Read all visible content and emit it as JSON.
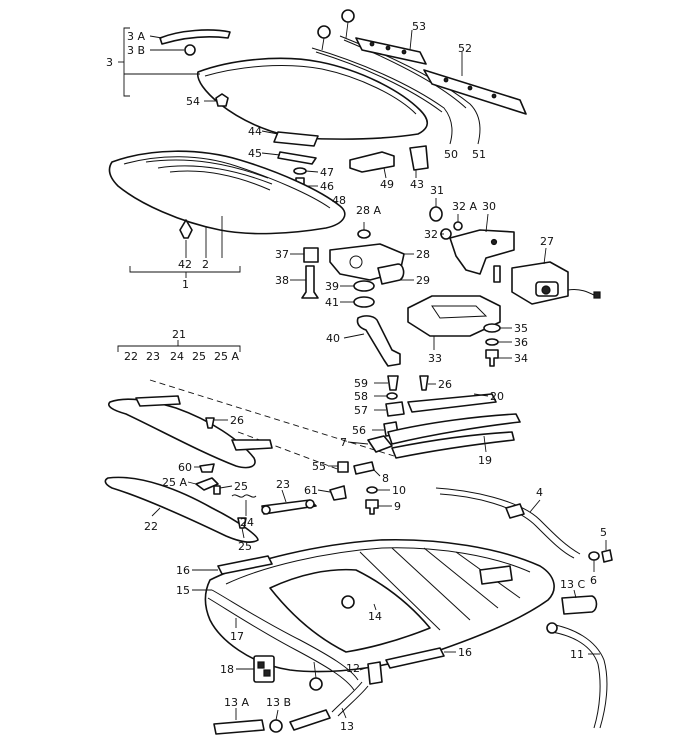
{
  "labels": {
    "l3A": "3 A",
    "l3B": "3 B",
    "l3": "3",
    "l53": "53",
    "l52": "52",
    "l54": "54",
    "l44": "44",
    "l45": "45",
    "l47": "47",
    "l46": "46",
    "l48": "48",
    "l49": "49",
    "l43": "43",
    "l50": "50",
    "l51": "51",
    "l31": "31",
    "l32A": "32 A",
    "l30": "30",
    "l32": "32",
    "l28A": "28 A",
    "l27": "27",
    "l37": "37",
    "l28": "28",
    "l29": "29",
    "l38": "38",
    "l39": "39",
    "l41": "41",
    "l42": "42",
    "l2": "2",
    "l1": "1",
    "l35": "35",
    "l36": "36",
    "l34": "34",
    "l33": "33",
    "l40": "40",
    "l21": "21",
    "l22a": "22",
    "l23a": "23",
    "l24a": "24",
    "l25a": "25",
    "l25Aa": "25 A",
    "l59": "59",
    "l26a": "26",
    "l20": "20",
    "l58": "58",
    "l57": "57",
    "l26b": "26",
    "l56": "56",
    "l7": "7",
    "l19": "19",
    "l60": "60",
    "l55": "55",
    "l8": "8",
    "l25Ab": "25 A",
    "l25b": "25",
    "l23b": "23",
    "l61": "61",
    "l10": "10",
    "l4": "4",
    "l22b": "22",
    "l24b": "24",
    "l9": "9",
    "l25c": "25",
    "l5": "5",
    "l6": "6",
    "l16a": "16",
    "l15": "15",
    "l13C": "13 C",
    "l14": "14",
    "l17": "17",
    "l16b": "16",
    "l11": "11",
    "l18": "18",
    "l12": "12",
    "l13A": "13 A",
    "l13B": "13 B",
    "l13": "13"
  }
}
